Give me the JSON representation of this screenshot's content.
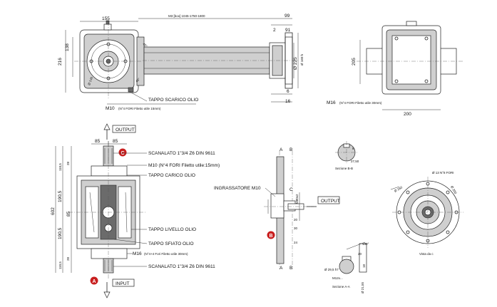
{
  "top_view": {
    "dims": {
      "d155": "155",
      "d99": "99",
      "d2": "2",
      "d91": "91",
      "d138": "138",
      "d216": "216",
      "d45": "45°",
      "d140": "Ø 140",
      "d160": "Ø 160 h",
      "d225": "Ø 225",
      "d6": "6",
      "d16": "16",
      "d45b": "45°"
    },
    "length_note": "M3 [box] 1045-1750-1800",
    "oil_drain": "TAPPO SCARICO OLIO",
    "m10_note": "M10",
    "m10_note_small": "(N°4 FORI Filetto utile 15mm)"
  },
  "side_view": {
    "dims": {
      "d205": "205",
      "d200": "200"
    },
    "m16_note": "M16",
    "m16_note_small": "(N°4 FORI Filetto utile 30mm)"
  },
  "front_view": {
    "output_top": "OUTPUT",
    "input_bottom": "INPUT",
    "dims": {
      "d85a": "85",
      "d85b": "85",
      "d110a": "110,5",
      "d110b": "110,5",
      "d190a": "190,5",
      "d190b": "190,5",
      "d85c": "85",
      "d602": "602",
      "d28": "28",
      "d28b": "28"
    },
    "badge_c": "C",
    "badge_a": "A",
    "labels": {
      "spline_top": "SCANALATO 1\"3/4 Z6 DIN 9611",
      "m10_holes": "M10 (N°4 FORI Filetto utile:15mm)",
      "fill_plug": "TAPPO CARICO OLIO",
      "level_plug": "TAPPO LIVELLO OLIO",
      "vent_plug": "TAPPO SFIATO OLIO",
      "m16_holes": "M16",
      "m16_holes_small": "(N°4+4 Fori Filetto utile 30mm)",
      "spline_bottom": "SCANALATO 1\"3/4 Z6 DIN 9611"
    }
  },
  "shaft_view": {
    "lubricator": "INGRASSATORE M10",
    "output": "OUTPUT",
    "badge_b": "B",
    "letters": {
      "a1": "A",
      "b1": "B",
      "a2": "A",
      "b2": "B",
      "c": "C"
    },
    "dims": {
      "d20": "20",
      "d30": "30",
      "d24": "24",
      "m80": "M80x2"
    }
  },
  "section_bb": {
    "title": "Sezione B-B",
    "dims": {
      "d8": "8",
      "d2750": "27,50"
    }
  },
  "section_aa": {
    "title": "Sezione A-A",
    "dims": {
      "d20": "20",
      "d130": "130°",
      "d18": "18",
      "d295": "Ø 29,5 h7",
      "d2155": "Ø 21,55",
      "m12": "M12x..."
    }
  },
  "view_c": {
    "title": "Vista da c",
    "holes": "Ø 13 N°8 FORI",
    "d160": "Ø 160",
    "d200": "Ø 200"
  }
}
